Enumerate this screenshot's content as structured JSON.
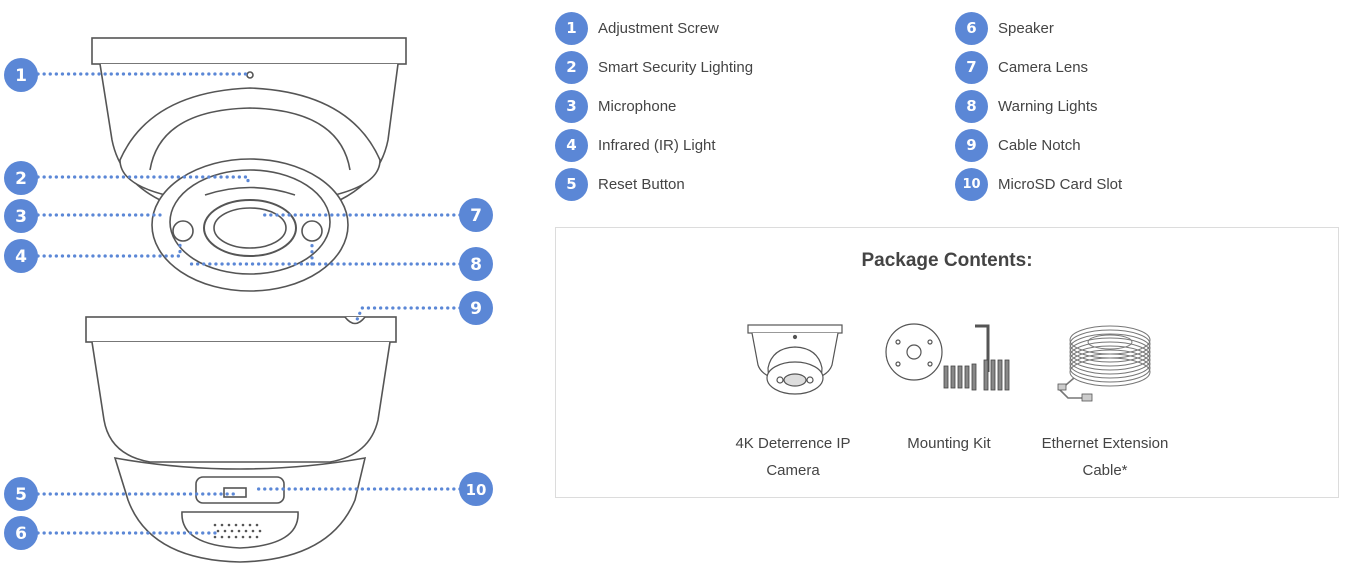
{
  "callouts": [
    "1",
    "2",
    "3",
    "4",
    "5",
    "6",
    "7",
    "8",
    "9",
    "10"
  ],
  "legend": {
    "left": [
      {
        "num": "1",
        "label": "Adjustment Screw"
      },
      {
        "num": "2",
        "label": "Smart Security Lighting"
      },
      {
        "num": "3",
        "label": "Microphone"
      },
      {
        "num": "4",
        "label": "Infrared (IR) Light"
      },
      {
        "num": "5",
        "label": "Reset Button"
      }
    ],
    "right": [
      {
        "num": "6",
        "label": "Speaker"
      },
      {
        "num": "7",
        "label": "Camera Lens"
      },
      {
        "num": "8",
        "label": "Warning Lights"
      },
      {
        "num": "9",
        "label": "Cable Notch"
      },
      {
        "num": "10",
        "label": "MicroSD Card Slot"
      }
    ]
  },
  "package": {
    "title": "Package Contents:",
    "items": [
      {
        "label": "4K Deterrence IP Camera",
        "icon": "camera-icon"
      },
      {
        "label": "Mounting Kit",
        "icon": "mounting-kit-icon"
      },
      {
        "label": "Ethernet Extension Cable*",
        "icon": "cable-icon"
      }
    ]
  },
  "colors": {
    "accent": "#5b87d6",
    "line": "#555555",
    "border": "#dcdcdc"
  }
}
